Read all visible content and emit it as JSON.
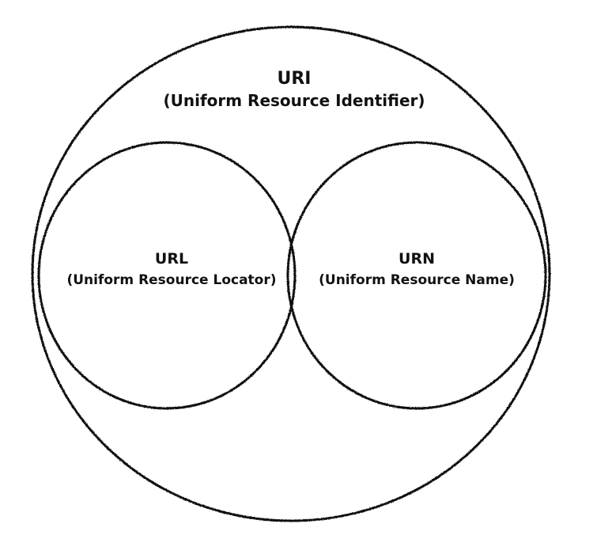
{
  "diagram": {
    "outer": {
      "name": "URI",
      "full": "(Uniform Resource Identifier)"
    },
    "left": {
      "name": "URL",
      "full": "(Uniform Resource Locator)"
    },
    "right": {
      "name": "URN",
      "full": "(Uniform Resource Name)"
    },
    "colors": {
      "stroke": "#111111",
      "text": "#111111",
      "background": "#ffffff"
    }
  }
}
